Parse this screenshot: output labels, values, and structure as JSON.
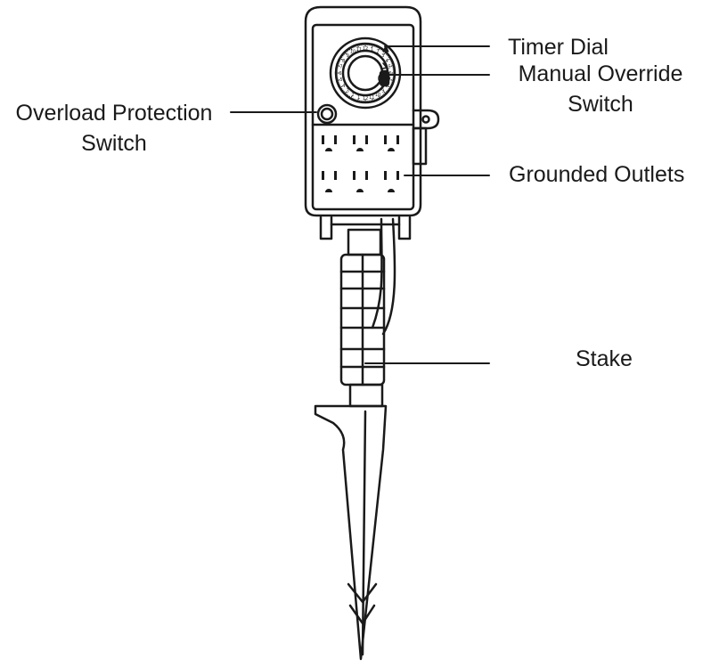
{
  "labels": {
    "timer_dial": "Timer Dial",
    "manual_override": [
      "Manual Override",
      "Switch"
    ],
    "overload_protection": [
      "Overload Protection",
      "Switch"
    ],
    "grounded_outlets": "Grounded Outlets",
    "stake": "Stake"
  },
  "dial_numbers": [
    "6",
    "7",
    "8",
    "9",
    "10",
    "11",
    "12",
    "1",
    "2",
    "3",
    "4",
    "5",
    "6",
    "7",
    "8",
    "9",
    "10",
    "11",
    "12",
    "1",
    "2",
    "3",
    "4",
    "5"
  ],
  "colors": {
    "ink": "#1a1a1a",
    "background": "#ffffff"
  }
}
